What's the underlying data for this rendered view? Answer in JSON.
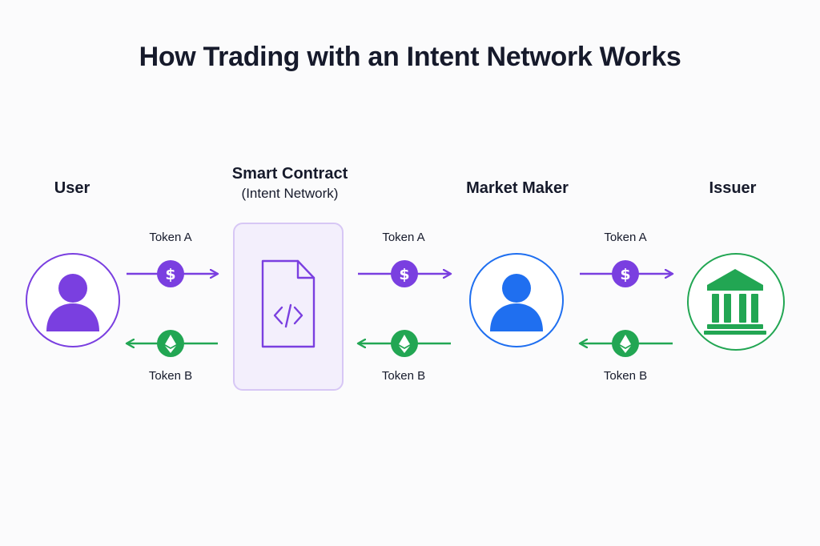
{
  "title": "How Trading with an Intent Network Works",
  "actors": {
    "user": {
      "label": "User"
    },
    "contract": {
      "label": "Smart Contract",
      "sublabel": "(Intent Network)"
    },
    "market_maker": {
      "label": "Market Maker"
    },
    "issuer": {
      "label": "Issuer"
    }
  },
  "flows": [
    {
      "top_label": "Token A",
      "bottom_label": "Token B"
    },
    {
      "top_label": "Token A",
      "bottom_label": "Token B"
    },
    {
      "top_label": "Token A",
      "bottom_label": "Token B"
    }
  ],
  "icons": {
    "token_a": "dollar-icon",
    "token_b": "ethereum-icon",
    "user": "person-icon",
    "market_maker": "person-icon",
    "issuer": "bank-icon",
    "contract": "code-file-icon"
  },
  "colors": {
    "purple": "#7a3fe0",
    "blue": "#1f6ff0",
    "green": "#22a653",
    "contract_fill": "#f3effc",
    "contract_border": "#d7c7f5"
  }
}
